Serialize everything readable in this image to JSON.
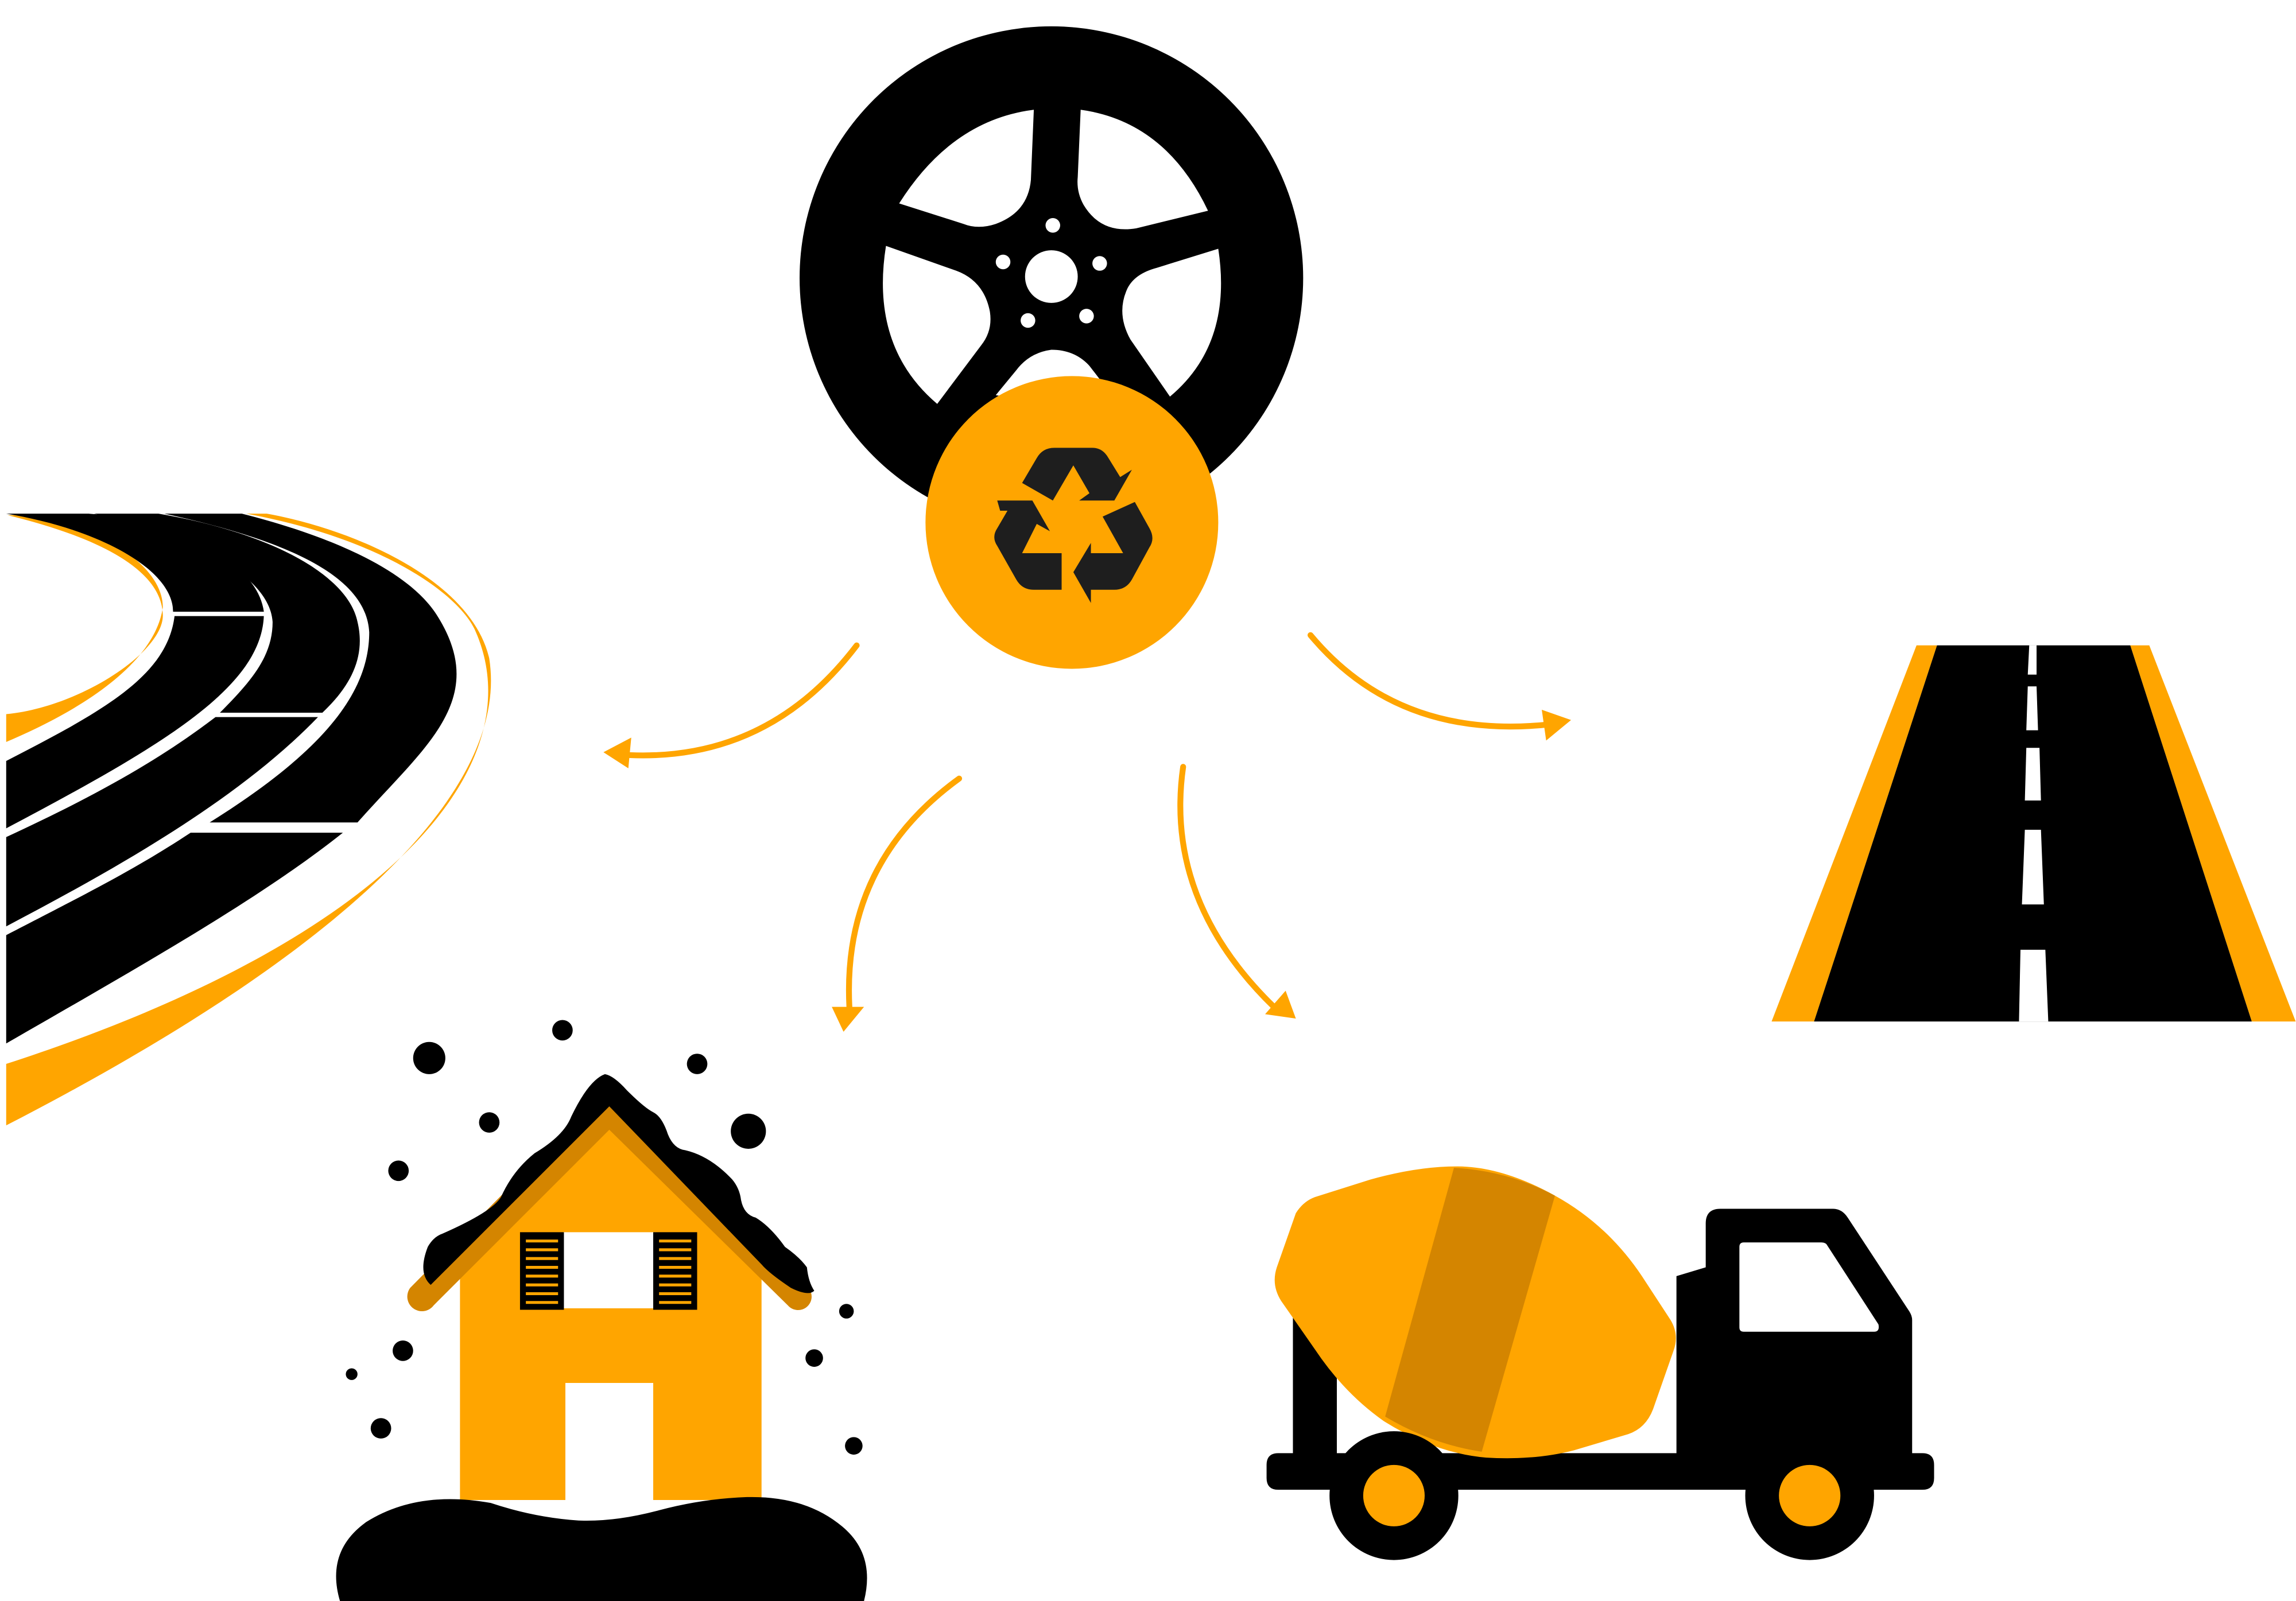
{
  "diagram": {
    "type": "tire-recycling-flow",
    "center": {
      "icon": "tire-wheel-icon",
      "badge_icon": "recycle-icon"
    },
    "outputs": [
      {
        "id": "playground",
        "icon": "curved-track-icon"
      },
      {
        "id": "building",
        "icon": "house-insulation-icon"
      },
      {
        "id": "concrete",
        "icon": "concrete-mixer-truck-icon"
      },
      {
        "id": "road",
        "icon": "asphalt-road-icon"
      }
    ],
    "connectors": [
      "arrow-to-track",
      "arrow-to-house",
      "arrow-to-truck",
      "arrow-to-road"
    ]
  },
  "colors": {
    "accent": "#FFA500",
    "accent_dark": "#D48500",
    "ink": "#000000",
    "badge_glyph": "#1E1E1E",
    "background": "#FFFFFF"
  }
}
